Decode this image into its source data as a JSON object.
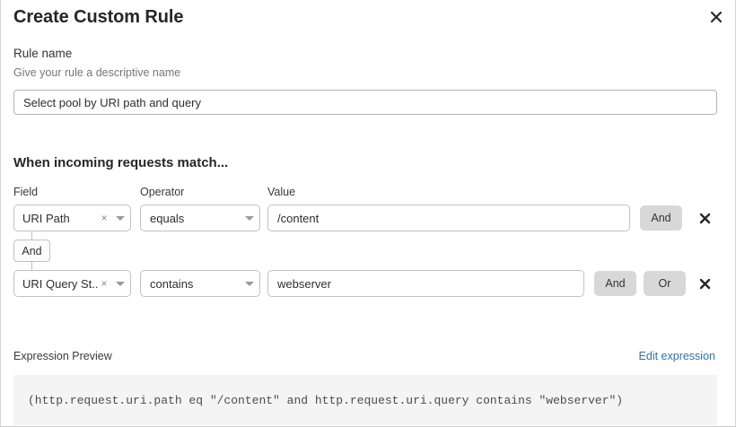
{
  "dialog": {
    "title": "Create Custom Rule",
    "close_icon": "close-icon"
  },
  "rule_name": {
    "label": "Rule name",
    "helper": "Give your rule a descriptive name",
    "value": "Select pool by URI path and query",
    "placeholder": "Select pool by URI path and query"
  },
  "conditions": {
    "heading": "When incoming requests match...",
    "columns": {
      "field": "Field",
      "operator": "Operator",
      "value": "Value"
    },
    "rows": [
      {
        "field": "URI Path",
        "clear_icon": "×",
        "operator": "equals",
        "value": "/content",
        "buttons": [
          "And"
        ],
        "remove_icon": "close-icon"
      },
      {
        "field": "URI Query St...",
        "clear_icon": "×",
        "operator": "contains",
        "value": "webserver",
        "buttons": [
          "And",
          "Or"
        ],
        "remove_icon": "close-icon"
      }
    ],
    "connector": "And"
  },
  "expression": {
    "label": "Expression Preview",
    "edit_link": "Edit expression",
    "text": "(http.request.uri.path eq \"/content\" and http.request.uri.query contains \"webserver\")"
  },
  "colors": {
    "link": "#3172a0",
    "logic_button_bg": "#d8d8d8",
    "preview_bg": "#f4f4f4",
    "border": "#c2c2c2"
  }
}
